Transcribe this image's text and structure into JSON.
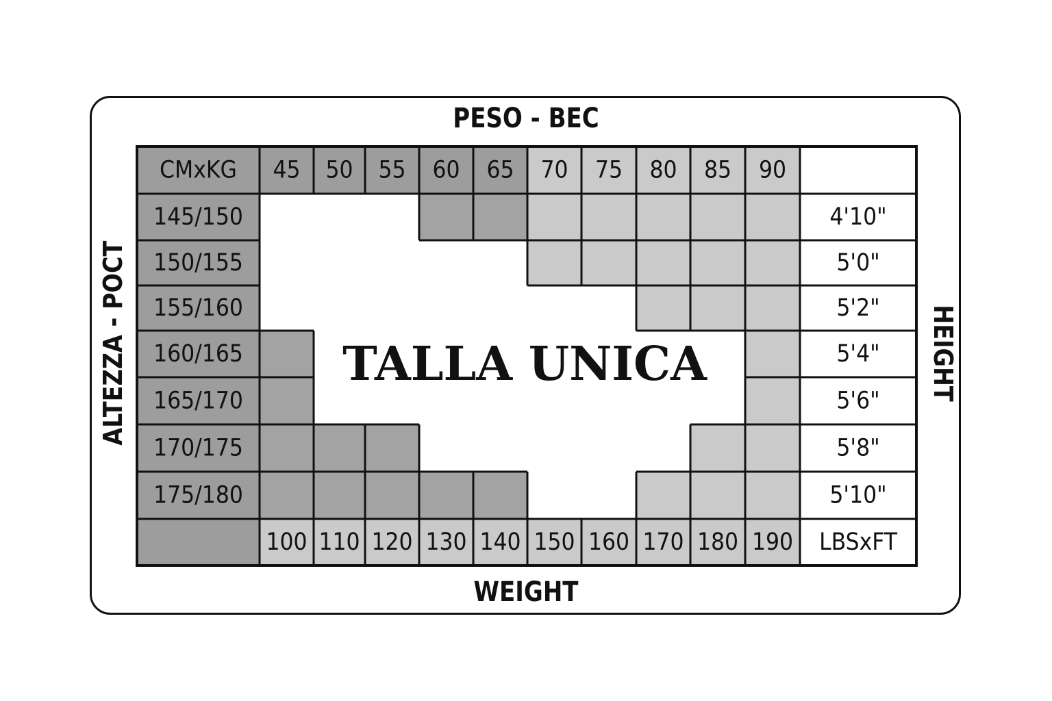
{
  "titles": {
    "top": "PESO - BEC",
    "bottom": "WEIGHT",
    "left": "ALTEZZA - POCT",
    "right": "HEIGHT"
  },
  "chart_data": {
    "type": "table",
    "corner_top_left": "CMxKG",
    "corner_bottom_right": "LBSxFT",
    "weights_kg": [
      "45",
      "50",
      "55",
      "60",
      "65",
      "70",
      "75",
      "80",
      "85",
      "90"
    ],
    "weights_lbs": [
      "100",
      "110",
      "120",
      "130",
      "140",
      "150",
      "160",
      "170",
      "180",
      "190"
    ],
    "heights_cm": [
      "145/150",
      "150/155",
      "155/160",
      "160/165",
      "165/170",
      "170/175",
      "175/180"
    ],
    "heights_ft": [
      "4'10\"",
      "5'0\"",
      "5'2\"",
      "5'4\"",
      "5'6\"",
      "5'8\"",
      "5'10\""
    ],
    "fit_label": "TALLA UNICA",
    "fit_matrix": [
      [
        1,
        1,
        1,
        0,
        0,
        0,
        0,
        0,
        0,
        0
      ],
      [
        1,
        1,
        1,
        1,
        1,
        0,
        0,
        0,
        0,
        0
      ],
      [
        1,
        1,
        1,
        1,
        1,
        1,
        1,
        0,
        0,
        0
      ],
      [
        0,
        1,
        1,
        1,
        1,
        1,
        1,
        1,
        1,
        0
      ],
      [
        0,
        1,
        1,
        1,
        1,
        1,
        1,
        1,
        1,
        0
      ],
      [
        0,
        0,
        0,
        1,
        1,
        1,
        1,
        1,
        0,
        0
      ],
      [
        0,
        0,
        0,
        0,
        0,
        1,
        1,
        0,
        0,
        0
      ]
    ],
    "colors": {
      "header_dark": "#9d9d9d",
      "header_light": "#cacaca",
      "outside_left": "#a3a3a3",
      "outside_right": "#cacaca",
      "fit": "#ffffff",
      "lines": "#111111"
    }
  }
}
